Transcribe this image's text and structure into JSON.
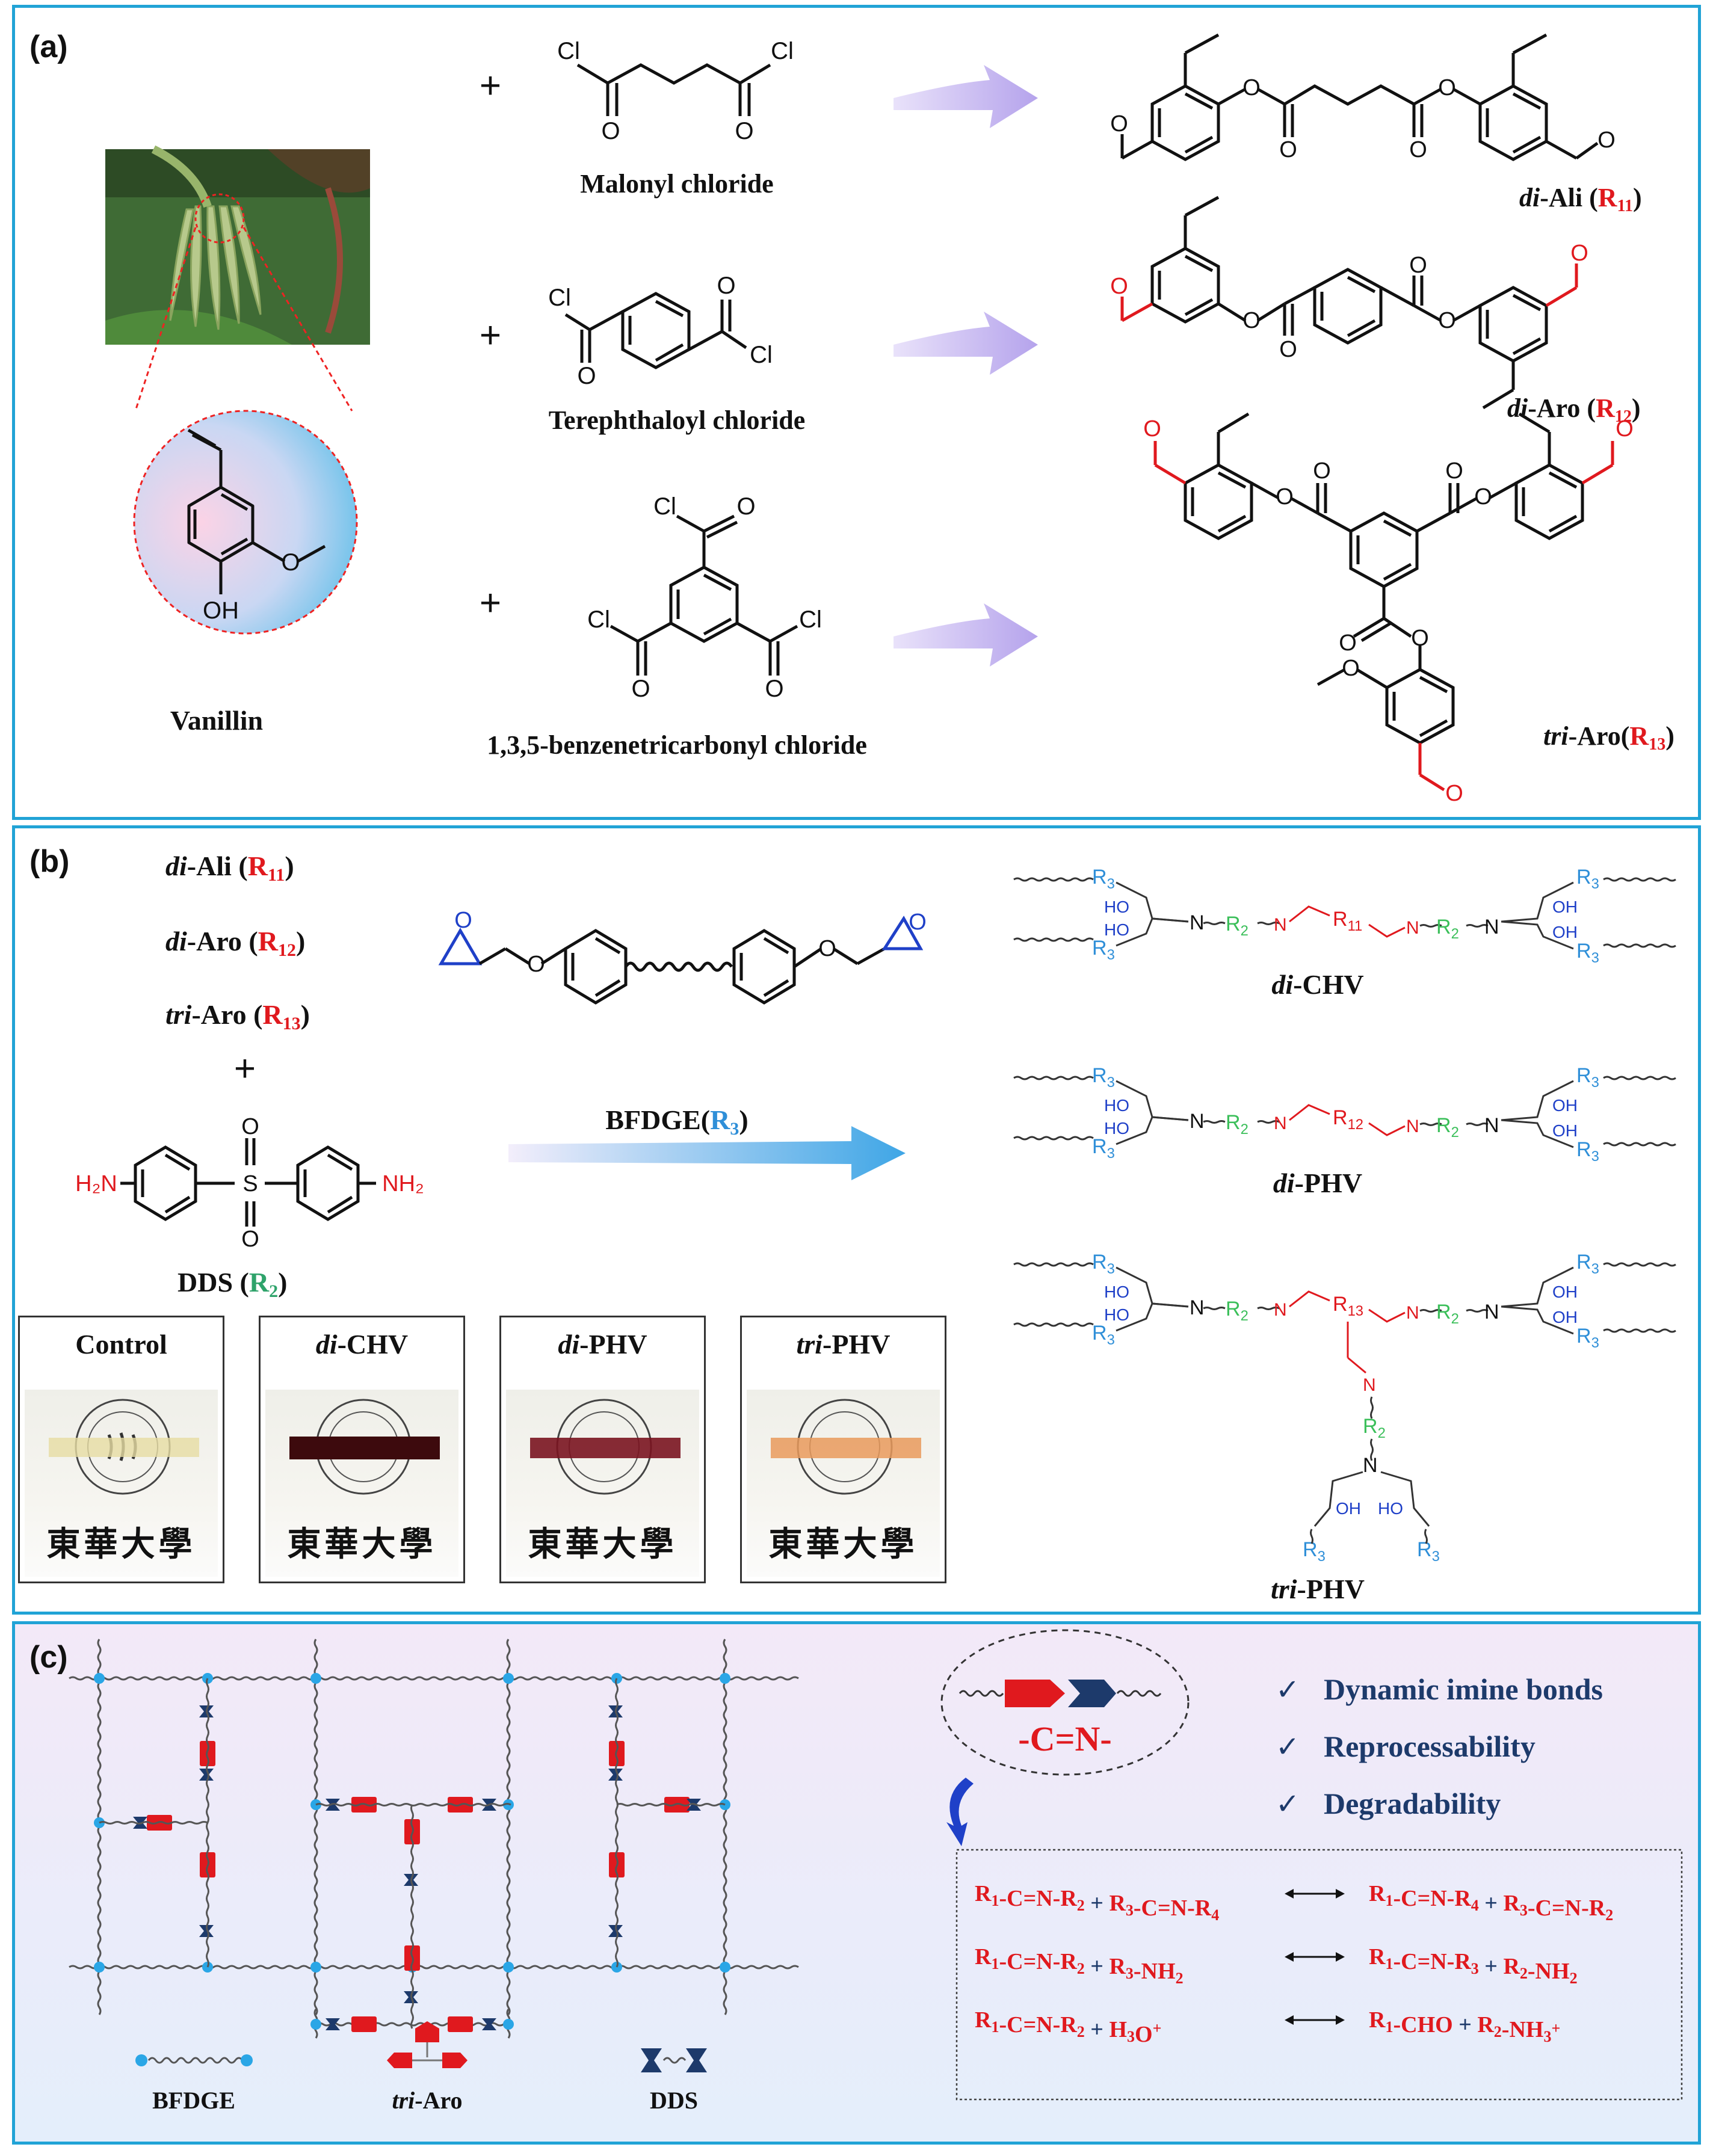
{
  "panel_a": {
    "label": "(a)",
    "plus": "+",
    "cl": "Cl",
    "oh": "OH",
    "reagents": [
      "Malonyl chloride",
      "Terephthaloyl chloride",
      "1,3,5-benzenetricarbonyl chloride"
    ],
    "vanillin": "Vanillin",
    "products": [
      {
        "prefix": "di",
        "name": "-Ali ",
        "r": "R",
        "sub": "11"
      },
      {
        "prefix": "di",
        "name": "-Aro ",
        "r": "R",
        "sub": "12"
      },
      {
        "prefix": "tri",
        "name": "-Aro",
        "r": "R",
        "sub": "13"
      }
    ]
  },
  "panel_b": {
    "label": "(b)",
    "monomers": [
      {
        "prefix": "di",
        "name": "-Ali ",
        "r": "R",
        "sub": "11"
      },
      {
        "prefix": "di",
        "name": "-Aro ",
        "r": "R",
        "sub": "12"
      },
      {
        "prefix": "tri",
        "name": "-Aro ",
        "r": "R",
        "sub": "13"
      }
    ],
    "plus": "+",
    "dds_h2n": "H₂N",
    "dds_nh2": "NH₂",
    "dds_s": "S",
    "dds_label": "DDS ",
    "dds_r": "R",
    "dds_sub": "2",
    "bfdge_label": "BFDGE(",
    "bfdge_r": "R",
    "bfdge_sub": "3",
    "bfdge_close": ")",
    "o": "O",
    "n": "N",
    "ho": "HO",
    "oh": "OH",
    "networks": [
      {
        "prefix": "di",
        "name": "-CHV",
        "core": "R11"
      },
      {
        "prefix": "di",
        "name": "-PHV",
        "core": "R12"
      },
      {
        "prefix": "tri",
        "name": "-PHV",
        "core": "R13"
      }
    ],
    "r2": "R2",
    "r3": "R3",
    "photos": [
      {
        "prefix": "",
        "name": "Control"
      },
      {
        "prefix": "di",
        "name": "-CHV"
      },
      {
        "prefix": "di",
        "name": "-PHV"
      },
      {
        "prefix": "tri",
        "name": "-PHV"
      }
    ],
    "photo_text": "東華大學"
  },
  "panel_c": {
    "label": "(c)",
    "imine": "-C=N-",
    "check": "✓",
    "features": [
      "Dynamic imine bonds",
      "Reprocessability",
      "Degradability"
    ],
    "legend": [
      {
        "prefix": "",
        "name": "BFDGE"
      },
      {
        "prefix": "tri",
        "name": "-Aro"
      },
      {
        "prefix": "",
        "name": "DDS"
      }
    ],
    "reactions": [
      {
        "left": "R1-C=N-R2 + R3-C=N-R4",
        "right": "R1-C=N-R4 + R3-C=N-R2"
      },
      {
        "left": "R1-C=N-R2 + R3-NH2",
        "right": "R1-C=N-R3 + R2-NH2"
      },
      {
        "left": "R1-C=N-R2 + H3O+",
        "right": "R1-CHO + R2-NH3+"
      }
    ]
  },
  "colors": {
    "frame": "#21a3d6",
    "red": "#e0191e",
    "blue": "#1f40c8",
    "green": "#3bbf5a",
    "r3_blue": "#2f8fd8",
    "navy": "#1d3a6b",
    "arrow_purple": "#b9a4ea",
    "dds_green": "#2fa36b"
  }
}
